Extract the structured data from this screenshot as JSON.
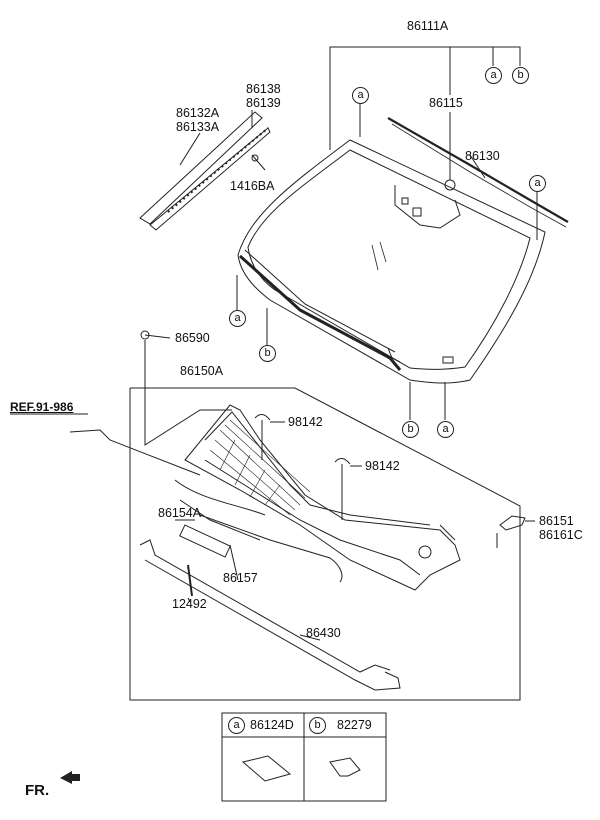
{
  "callouts": {
    "p86111A": "86111A",
    "p86115": "86115",
    "p86130": "86130",
    "p86138": "86138",
    "p86139": "86139",
    "p86132A": "86132A",
    "p86133A": "86133A",
    "p1416BA": "1416BA",
    "p86590": "86590",
    "p86150A": "86150A",
    "p98142_1": "98142",
    "p98142_2": "98142",
    "p86154A": "86154A",
    "p86157": "86157",
    "p12492": "12492",
    "p86430": "86430",
    "p86151": "86151",
    "p86161C": "86161C"
  },
  "reference": "REF.91-986",
  "circle_letters": {
    "a": "a",
    "b": "b"
  },
  "legend": {
    "a_part": "86124D",
    "b_part": "82279"
  },
  "front_indicator": "FR."
}
